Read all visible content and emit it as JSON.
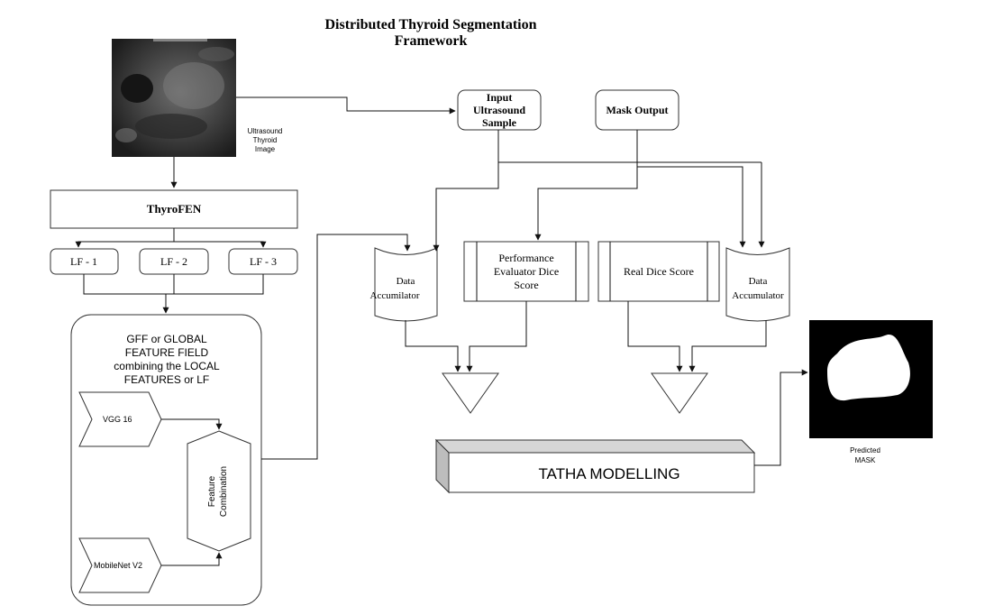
{
  "title": {
    "line1": "Distributed Thyroid Segmentation",
    "line2": "Framework"
  },
  "ultrasound_image": {
    "caption_lines": [
      "Ultrasound",
      "Thyroid",
      "Image"
    ]
  },
  "input_box": {
    "lines": [
      "Input",
      "Ultrasound",
      "Sample"
    ]
  },
  "mask_output_box": {
    "label": "Mask Output"
  },
  "thyrofen_box": {
    "label": "ThyroFEN"
  },
  "local_features": [
    {
      "label": "LF - 1"
    },
    {
      "label": "LF - 2"
    },
    {
      "label": "LF - 3"
    }
  ],
  "gff_container": {
    "lines": [
      "GFF or GLOBAL",
      "FEATURE FIELD",
      "combining the LOCAL",
      "FEATURES or LF"
    ]
  },
  "vgg_input": {
    "label": "VGG 16"
  },
  "mobilenet_input": {
    "label": "MobileNet V2"
  },
  "feature_combination": {
    "lines": [
      "Feature",
      "Combination"
    ]
  },
  "data_accumulator_left": {
    "lines": [
      "Data",
      "Accumilator"
    ]
  },
  "performance_evaluator": {
    "lines": [
      "Performance",
      "Evaluator Dice",
      "Score"
    ]
  },
  "real_dice_score": {
    "label": "Real Dice Score"
  },
  "data_accumulator_right": {
    "lines": [
      "Data",
      "Accumulator"
    ]
  },
  "tatha_modelling": {
    "label": "TATHA MODELLING"
  },
  "predicted_mask": {
    "caption_lines": [
      "Predicted",
      "MASK"
    ]
  },
  "colors": {
    "stroke": "#333333",
    "line": "#111111",
    "mask_background": "#000000",
    "mask_foreground": "#ffffff"
  }
}
